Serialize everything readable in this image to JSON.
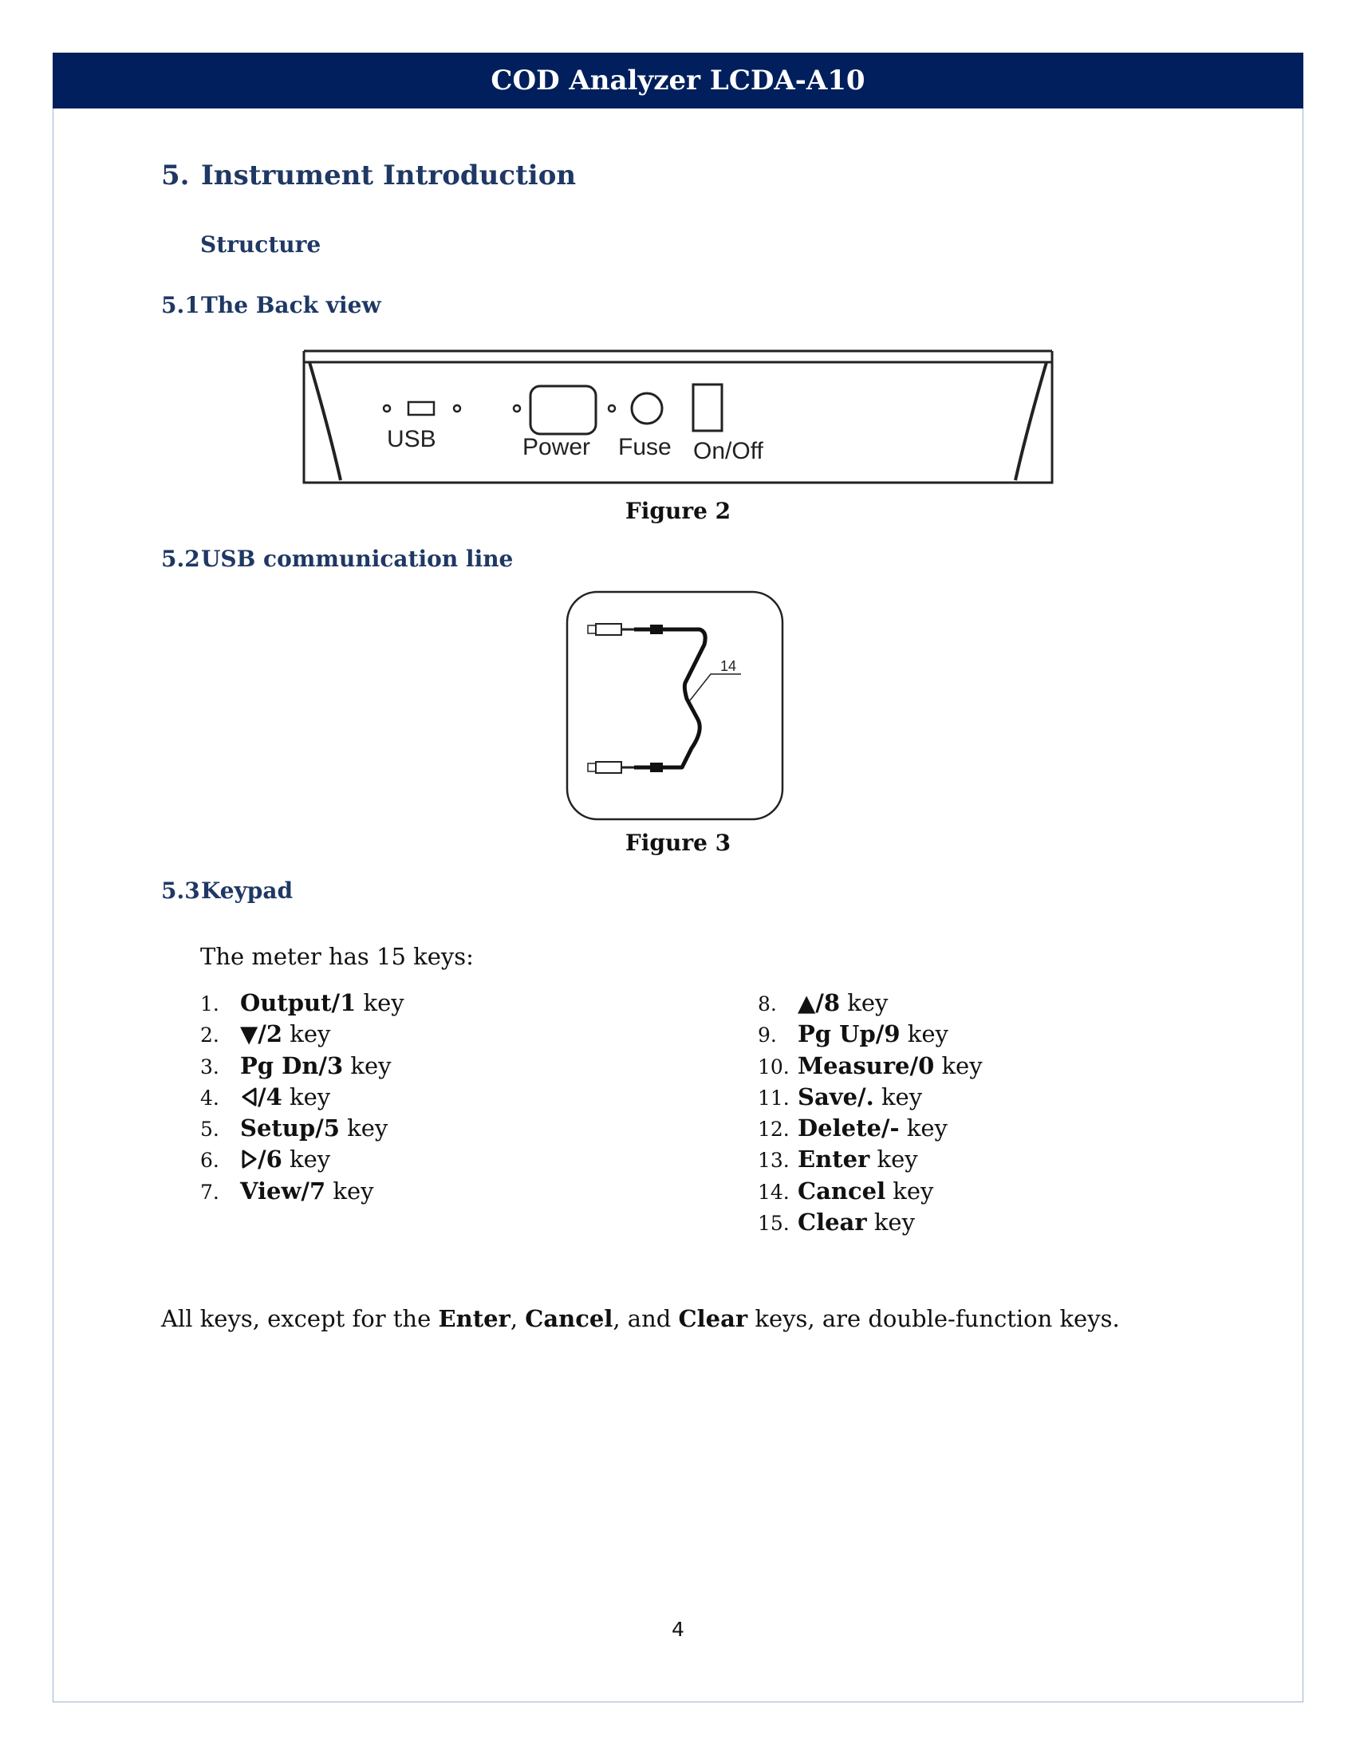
{
  "header": {
    "title": "COD Analyzer LCDA-A10"
  },
  "section": {
    "number": "5.",
    "title": "Instrument Introduction"
  },
  "subheading": "Structure",
  "back_view": {
    "number": "5.1",
    "title": "The Back view",
    "labels": {
      "usb": "USB",
      "power": "Power",
      "fuse": "Fuse",
      "onoff": "On/Off"
    },
    "caption": "Figure 2"
  },
  "usb_line": {
    "number": "5.2",
    "title": "USB communication line",
    "callout": "14",
    "caption": "Figure 3"
  },
  "keypad": {
    "number": "5.3",
    "title": "Keypad",
    "intro": "The meter has 15 keys:",
    "left_keys": [
      {
        "n": "1.",
        "icon": "",
        "name": "Output/1",
        "suffix": " key"
      },
      {
        "n": "2.",
        "icon": "",
        "name": "▼/2",
        "suffix": " key"
      },
      {
        "n": "3.",
        "icon": "",
        "name": "Pg Dn/3",
        "suffix": " key"
      },
      {
        "n": "4.",
        "icon": "left-triangle-icon",
        "name": "/4",
        "suffix": " key"
      },
      {
        "n": "5.",
        "icon": "",
        "name": "Setup/5",
        "suffix": " key"
      },
      {
        "n": "6.",
        "icon": "right-triangle-icon",
        "name": "/6",
        "suffix": " key"
      },
      {
        "n": "7.",
        "icon": "",
        "name": "View/7",
        "suffix": " key"
      }
    ],
    "right_keys": [
      {
        "n": "8.",
        "icon": "",
        "name": "▲/8",
        "suffix": " key"
      },
      {
        "n": "9.",
        "icon": "",
        "name": "Pg Up/9",
        "suffix": " key"
      },
      {
        "n": "10.",
        "icon": "",
        "name": "Measure/0",
        "suffix": " key"
      },
      {
        "n": "11.",
        "icon": "",
        "name": "Save/.",
        "suffix": " key"
      },
      {
        "n": "12.",
        "icon": "",
        "name": "Delete/-",
        "suffix": " key"
      },
      {
        "n": "13.",
        "icon": "",
        "name": "Enter",
        "suffix": " key"
      },
      {
        "n": "14.",
        "icon": "",
        "name": "Cancel",
        "suffix": " key"
      },
      {
        "n": "15.",
        "icon": "",
        "name": "Clear",
        "suffix": " key"
      }
    ],
    "summary": {
      "t1": "All keys, except for the ",
      "b1": "Enter",
      "t2": ", ",
      "b2": "Cancel",
      "t3": ", and ",
      "b3": "Clear",
      "t4": " keys, are double-function keys."
    }
  },
  "footer": {
    "page_number": "4"
  }
}
